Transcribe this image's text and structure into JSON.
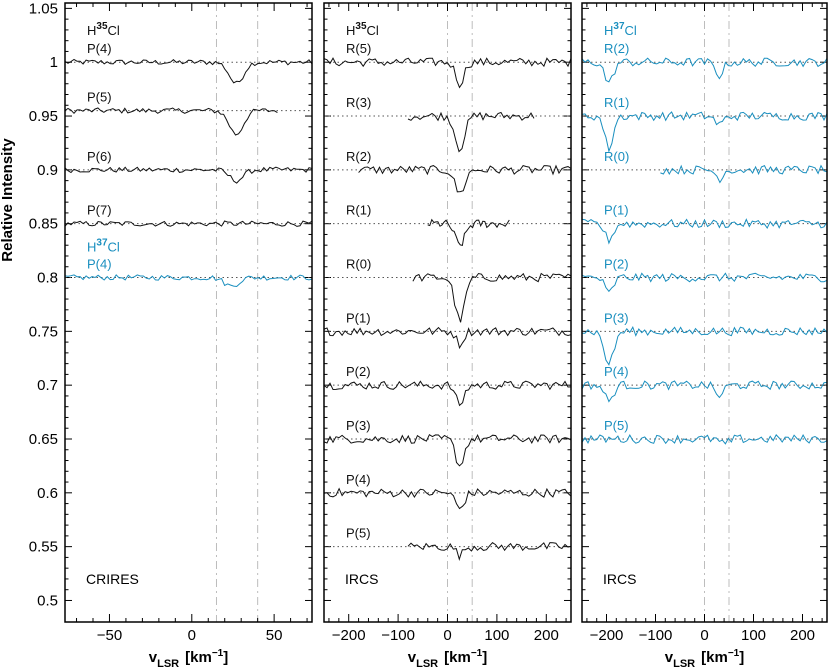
{
  "colors": {
    "h35": "#111111",
    "h37": "#1a8fbf",
    "frame": "#000000",
    "guide": "#bdbdbd",
    "baseline": "#555555"
  },
  "ylabel": "Relative Intensity",
  "xlabel_main": "v",
  "xlabel_sub": "LSR",
  "xlabel_unit": "[km",
  "xlabel_exp": "−1",
  "xlabel_close": "]",
  "chart_data": {
    "type": "line",
    "ylim": [
      0.48,
      1.055
    ],
    "yticks": [
      "1.05",
      "1",
      "0.95",
      "0.9",
      "0.85",
      "0.8",
      "0.75",
      "0.7",
      "0.65",
      "0.6",
      "0.55",
      "0.5"
    ],
    "panels": [
      {
        "instrument": "CRIRES",
        "xlim": [
          -77,
          73
        ],
        "xticks": [
          "−50",
          "0",
          "50"
        ],
        "xtick_values": [
          -50,
          0,
          50
        ],
        "guide_velocities": [
          15,
          40
        ],
        "group_labels": [
          {
            "text_main": "H",
            "text_sup": "35",
            "text_end": "Cl",
            "species": "h35",
            "y": 1.03
          },
          {
            "text_main": "H",
            "text_sup": "37",
            "text_end": "Cl",
            "species": "h37",
            "y": 0.829
          }
        ],
        "series": [
          {
            "name": "P(4)",
            "species": "h35",
            "baseline": 1.0,
            "range": [
              -77,
              73
            ],
            "absorptions": [
              {
                "center": 27,
                "depth": 0.02,
                "width": 6
              }
            ]
          },
          {
            "name": "P(5)",
            "species": "h35",
            "baseline": 0.955,
            "range": [
              -77,
              52
            ],
            "absorptions": [
              {
                "center": 27,
                "depth": 0.022,
                "width": 6
              }
            ]
          },
          {
            "name": "P(6)",
            "species": "h35",
            "baseline": 0.9,
            "range": [
              -77,
              73
            ],
            "absorptions": [
              {
                "center": 27,
                "depth": 0.01,
                "width": 6
              }
            ]
          },
          {
            "name": "P(7)",
            "species": "h35",
            "baseline": 0.85,
            "range": [
              -77,
              73
            ],
            "absorptions": []
          },
          {
            "name": "P(4)",
            "species": "h37",
            "baseline": 0.8,
            "range": [
              -77,
              73
            ],
            "absorptions": [
              {
                "center": 24,
                "depth": 0.008,
                "width": 6
              }
            ]
          }
        ]
      },
      {
        "instrument": "IRCS",
        "xlim": [
          -250,
          250
        ],
        "xticks": [
          "−200",
          "−100",
          "0",
          "100",
          "200"
        ],
        "xtick_values": [
          -200,
          -100,
          0,
          100,
          200
        ],
        "guide_velocities": [
          0,
          50
        ],
        "group_labels": [
          {
            "text_main": "H",
            "text_sup": "35",
            "text_end": "Cl",
            "species": "h35",
            "y": 1.03
          }
        ],
        "series": [
          {
            "name": "R(5)",
            "species": "h35",
            "baseline": 1.0,
            "range": [
              -250,
              250
            ],
            "absorptions": [
              {
                "center": 25,
                "depth": 0.02,
                "width": 12
              }
            ]
          },
          {
            "name": "R(3)",
            "species": "h35",
            "baseline": 0.95,
            "range": [
              -80,
              175
            ],
            "absorptions": [
              {
                "center": 25,
                "depth": 0.03,
                "width": 14
              }
            ]
          },
          {
            "name": "R(2)",
            "species": "h35",
            "baseline": 0.9,
            "range": [
              -180,
              250
            ],
            "absorptions": [
              {
                "center": 25,
                "depth": 0.022,
                "width": 14
              }
            ]
          },
          {
            "name": "R(1)",
            "species": "h35",
            "baseline": 0.85,
            "range": [
              -40,
              125
            ],
            "absorptions": [
              {
                "center": 25,
                "depth": 0.02,
                "width": 14
              }
            ]
          },
          {
            "name": "R(0)",
            "species": "h35",
            "baseline": 0.8,
            "range": [
              -70,
              250
            ],
            "absorptions": [
              {
                "center": 25,
                "depth": 0.04,
                "width": 14
              }
            ]
          },
          {
            "name": "P(1)",
            "species": "h35",
            "baseline": 0.75,
            "range": [
              -250,
              250
            ],
            "absorptions": [
              {
                "center": 25,
                "depth": 0.012,
                "width": 10
              }
            ]
          },
          {
            "name": "P(2)",
            "species": "h35",
            "baseline": 0.7,
            "range": [
              -250,
              250
            ],
            "absorptions": [
              {
                "center": 25,
                "depth": 0.018,
                "width": 12
              }
            ]
          },
          {
            "name": "P(3)",
            "species": "h35",
            "baseline": 0.65,
            "range": [
              -250,
              250
            ],
            "absorptions": [
              {
                "center": 25,
                "depth": 0.025,
                "width": 12
              }
            ]
          },
          {
            "name": "P(4)",
            "species": "h35",
            "baseline": 0.6,
            "range": [
              -250,
              250
            ],
            "absorptions": [
              {
                "center": 25,
                "depth": 0.015,
                "width": 12
              }
            ]
          },
          {
            "name": "P(5)",
            "species": "h35",
            "baseline": 0.55,
            "range": [
              -80,
              250
            ],
            "absorptions": [
              {
                "center": 25,
                "depth": 0.008,
                "width": 10
              }
            ]
          }
        ]
      },
      {
        "instrument": "IRCS",
        "xlim": [
          -250,
          250
        ],
        "xticks": [
          "−200",
          "−100",
          "0",
          "100",
          "200"
        ],
        "xtick_values": [
          -200,
          -100,
          0,
          100,
          200
        ],
        "guide_velocities": [
          0,
          50
        ],
        "group_labels": [
          {
            "text_main": "H",
            "text_sup": "37",
            "text_end": "Cl",
            "species": "h37",
            "y": 1.03
          }
        ],
        "series": [
          {
            "name": "R(2)",
            "species": "h37",
            "baseline": 1.0,
            "range": [
              -250,
              250
            ],
            "absorptions": [
              {
                "center": -195,
                "depth": 0.02,
                "width": 12
              },
              {
                "center": 30,
                "depth": 0.012,
                "width": 12
              }
            ]
          },
          {
            "name": "R(1)",
            "species": "h37",
            "baseline": 0.95,
            "range": [
              -250,
              250
            ],
            "absorptions": [
              {
                "center": -195,
                "depth": 0.03,
                "width": 12
              },
              {
                "center": 30,
                "depth": 0.008,
                "width": 12
              }
            ]
          },
          {
            "name": "R(0)",
            "species": "h37",
            "baseline": 0.9,
            "range": [
              -90,
              250
            ],
            "absorptions": [
              {
                "center": 30,
                "depth": 0.008,
                "width": 10
              }
            ]
          },
          {
            "name": "P(1)",
            "species": "h37",
            "baseline": 0.85,
            "range": [
              -250,
              250
            ],
            "absorptions": [
              {
                "center": -195,
                "depth": 0.015,
                "width": 12
              }
            ]
          },
          {
            "name": "P(2)",
            "species": "h37",
            "baseline": 0.8,
            "range": [
              -250,
              250
            ],
            "absorptions": [
              {
                "center": -195,
                "depth": 0.015,
                "width": 12
              }
            ]
          },
          {
            "name": "P(3)",
            "species": "h37",
            "baseline": 0.75,
            "range": [
              -250,
              250
            ],
            "absorptions": [
              {
                "center": -195,
                "depth": 0.03,
                "width": 14
              }
            ]
          },
          {
            "name": "P(4)",
            "species": "h37",
            "baseline": 0.7,
            "range": [
              -250,
              250
            ],
            "absorptions": [
              {
                "center": -195,
                "depth": 0.015,
                "width": 12
              },
              {
                "center": 30,
                "depth": 0.01,
                "width": 12
              }
            ]
          },
          {
            "name": "P(5)",
            "species": "h37",
            "baseline": 0.65,
            "range": [
              -250,
              250
            ],
            "absorptions": [
              {
                "center": 40,
                "depth": 0.005,
                "width": 12
              }
            ]
          }
        ]
      }
    ]
  }
}
